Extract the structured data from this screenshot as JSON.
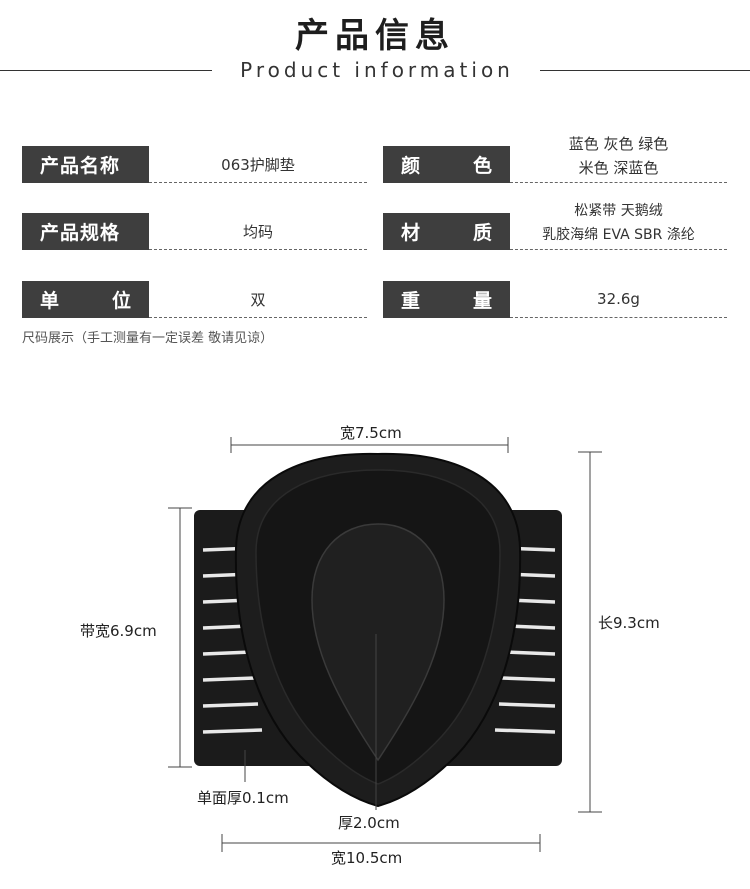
{
  "header": {
    "title": "产品信息",
    "subtitle": "Product information"
  },
  "specs": {
    "left": [
      {
        "label": "产品名称",
        "value": "063护脚垫"
      },
      {
        "label": "产品规格",
        "value": "均码"
      },
      {
        "label_a": "单",
        "label_b": "位",
        "value": "双"
      }
    ],
    "right": [
      {
        "label_a": "颜",
        "label_b": "色",
        "value_line1": "蓝色 灰色 绿色",
        "value_line2": "米色 深蓝色"
      },
      {
        "label_a": "材",
        "label_b": "质",
        "value_line1": "松紧带 天鹅绒",
        "value_line2": "乳胶海绵 EVA SBR 涤纶"
      },
      {
        "label_a": "重",
        "label_b": "量",
        "value": "32.6g"
      }
    ]
  },
  "note": "尺码展示（手工测量有一定误差 敬请见谅）",
  "dimensions": {
    "width_top": "宽7.5cm",
    "strap_width": "带宽6.9cm",
    "length": "长9.3cm",
    "single_thickness": "单面厚0.1cm",
    "thickness": "厚2.0cm",
    "width_bottom": "宽10.5cm"
  },
  "colors": {
    "label_bg": "#3e3e3e",
    "pad": "#1b1b1b",
    "strap_stripe": "#e8e8e8"
  }
}
